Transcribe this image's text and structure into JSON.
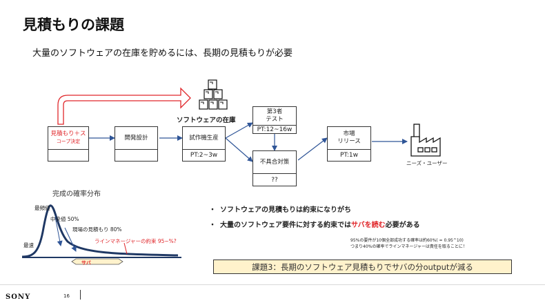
{
  "title": "見積もりの課題",
  "subtitle": "大量のソフトウェアの在庫を貯めるには、長期の見積もりが必要",
  "process": {
    "estimate": {
      "line1": "見積もり＋ス",
      "line2": "コープ決定"
    },
    "design": {
      "label": "開発設計"
    },
    "prototype": {
      "label": "試作機生産",
      "pt": "PT:2~3w"
    },
    "third_party": {
      "line1": "第3者",
      "line2": "テスト",
      "pt": "PT:12~16w"
    },
    "defect": {
      "label": "不具合対策",
      "pt": "??"
    },
    "market": {
      "line1": "市場",
      "line2": "リリース",
      "pt": "PT:1w"
    }
  },
  "stock_label": "ソフトウェアの在庫",
  "customer_label": "ニーズ・ユーザー",
  "distribution": {
    "title": "完成の確率分布",
    "mode": "最頻値",
    "median": "中央値 50%",
    "field_estimate": "現場の見積もり 80%",
    "line_manager": "ラインマネージャーの約束 95~%?",
    "earliest": "最速",
    "saba": "サバ"
  },
  "bullets": {
    "b1": "ソフトウェアの見積もりは約束になりがち",
    "b2_pre": "大量のソフトウェア要件に対する約束では",
    "b2_red": "サバを読む",
    "b2_post": "必要がある"
  },
  "note": {
    "line1": "95%の要件が10個全部成功する確率は約60%( = 0.95^10)",
    "line2": "つまり40%の確率でラインマネージャーは責任を取ることに！"
  },
  "issue": "課題3：長期のソフトウェア見積もりでサバの分outputが減る",
  "footer": {
    "brand": "SONY",
    "page": "16"
  },
  "colors": {
    "accent_red": "#e0262a",
    "arrow_blue": "#2f5597",
    "issue_bg": "#fff2cc",
    "saba_bg": "#fff2cc",
    "curve_blue": "#1f3864"
  }
}
